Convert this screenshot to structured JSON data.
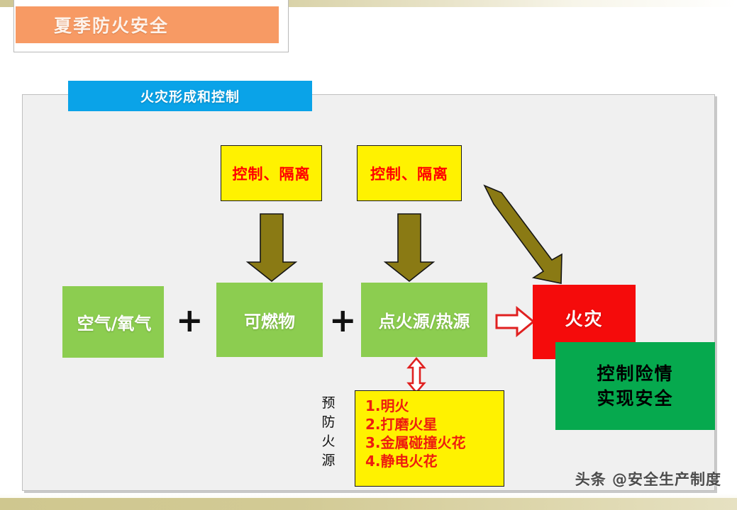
{
  "slide": {
    "title": "夏季防火安全",
    "section_title": "火灾形成和控制",
    "watermark": "头条 @安全生产制度"
  },
  "colors": {
    "title_bg": "#f79a64",
    "section_bg": "#0aa3e8",
    "panel_bg": "#f0f0f0",
    "yellow": "#fff200",
    "green_element": "#8ccd50",
    "red_fire": "#f50b0b",
    "green_outcome": "#06a94e",
    "arrow_olive": "#8a7a14",
    "red_text": "#ff0000",
    "strip_khaki": "#cfc78f"
  },
  "diagram": {
    "control_boxes": [
      {
        "label": "控制、隔离"
      },
      {
        "label": "控制、隔离"
      }
    ],
    "elements": [
      {
        "label": "空气/氧气"
      },
      {
        "label": "可燃物"
      },
      {
        "label": "点火源/热源"
      }
    ],
    "operators": [
      "+",
      "+"
    ],
    "result": {
      "label": "火灾"
    },
    "outcome": {
      "line1": "控制险情",
      "line2": "实现安全"
    },
    "ignition_label": {
      "chars": [
        "预",
        "防",
        "火",
        "源"
      ]
    },
    "ignition_sources": [
      "1.明火",
      "2.打磨火星",
      "3.金属碰撞火花",
      "4.静电火花"
    ],
    "arrows": [
      {
        "name": "control-to-fuel-arrow",
        "kind": "down",
        "color": "#8a7a14"
      },
      {
        "name": "control-to-ignition-arrow",
        "kind": "down",
        "color": "#8a7a14"
      },
      {
        "name": "control-to-fire-arrow",
        "kind": "diagonal",
        "color": "#8a7a14"
      },
      {
        "name": "ignition-to-fire-arrow",
        "kind": "right-outline",
        "color": "#e02020"
      },
      {
        "name": "ignition-sources-link-arrow",
        "kind": "double-vertical-outline",
        "color": "#e02020"
      }
    ]
  }
}
